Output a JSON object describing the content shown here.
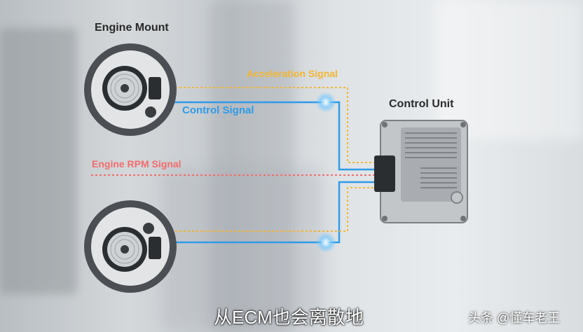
{
  "diagram": {
    "titles": {
      "engine_mount": "Engine Mount",
      "control_unit": "Control Unit"
    },
    "signals": {
      "acceleration": "Acceleration Signal",
      "control": "Control Signal",
      "engine_rpm": "Engine RPM Signal"
    }
  },
  "subtitle": "从ECM也会离散地",
  "watermark": "头条 @懂车老王",
  "colors": {
    "acceleration": "#f2b632",
    "control": "#2f9be8",
    "engine_rpm": "#f26d6d",
    "title_text": "#2a2a2a"
  }
}
